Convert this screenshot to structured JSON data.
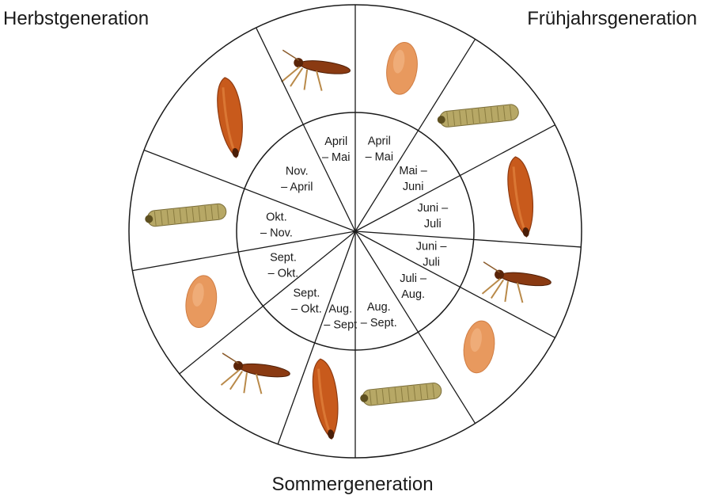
{
  "titles": {
    "herbst": "Herbstgeneration",
    "fruehjahr": "Frühjahrsgeneration",
    "sommer": "Sommergeneration"
  },
  "colors": {
    "line": "#1a1a1a",
    "egg": "#e8995e",
    "pupa": "#c85a1c",
    "larva": "#b7a866",
    "adult": "#8a3a12"
  },
  "segments": [
    {
      "period": [
        "April",
        "– Mai"
      ],
      "stage": "egg"
    },
    {
      "period": [
        "Mai –",
        "Juni"
      ],
      "stage": "larva"
    },
    {
      "period": [
        "Juni –",
        "Juli"
      ],
      "stage": "pupa"
    },
    {
      "period": [
        "Juni –",
        "Juli"
      ],
      "stage": "adult"
    },
    {
      "period": [
        "Juli –",
        "Aug."
      ],
      "stage": "egg"
    },
    {
      "period": [
        "Aug.",
        "– Sept."
      ],
      "stage": "larva"
    },
    {
      "period": [
        "Aug.",
        "– Sept"
      ],
      "stage": "pupa"
    },
    {
      "period": [
        "Sept.",
        "– Okt."
      ],
      "stage": "adult"
    },
    {
      "period": [
        "Sept.",
        "– Okt."
      ],
      "stage": "egg"
    },
    {
      "period": [
        "Okt.",
        "– Nov."
      ],
      "stage": "larva"
    },
    {
      "period": [
        "Nov.",
        "– April"
      ],
      "stage": "pupa"
    },
    {
      "period": [
        "April",
        "– Mai"
      ],
      "stage": "adult"
    }
  ]
}
